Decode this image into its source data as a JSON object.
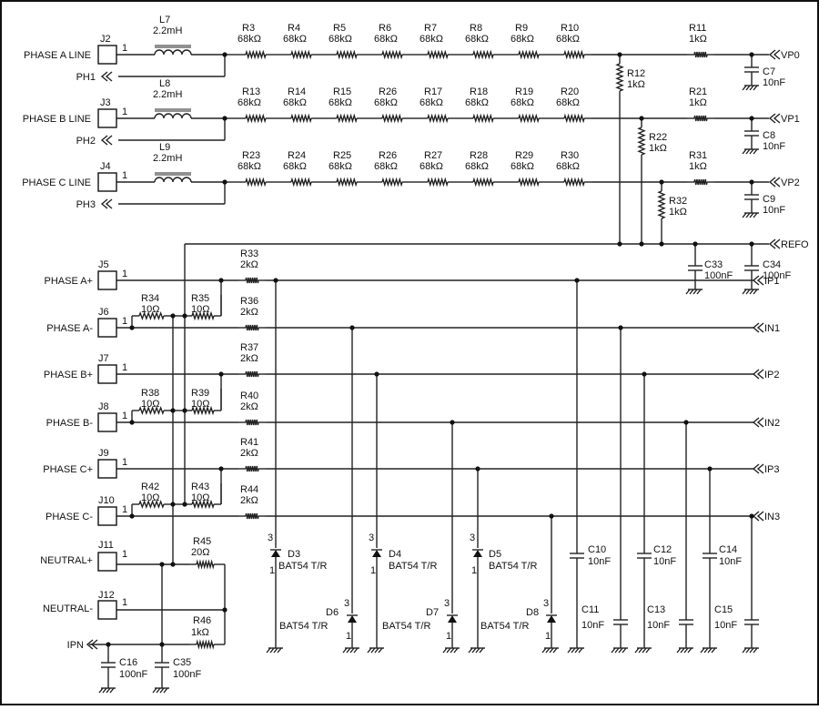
{
  "line_inputs": [
    {
      "label": "PHASE A LINE",
      "ref": "J2",
      "pin": "1",
      "out": "PH1",
      "ind": "L7",
      "ind_val": "2.2mH"
    },
    {
      "label": "PHASE B LINE",
      "ref": "J3",
      "pin": "1",
      "out": "PH2",
      "ind": "L8",
      "ind_val": "2.2mH"
    },
    {
      "label": "PHASE C LINE",
      "ref": "J4",
      "pin": "1",
      "out": "PH3",
      "ind": "L9",
      "ind_val": "2.2mH"
    }
  ],
  "dividers": [
    {
      "res": [
        "R3",
        "R4",
        "R5",
        "R6",
        "R7",
        "R8",
        "R9",
        "R10"
      ],
      "val": "68kΩ",
      "r_out": "R11",
      "r_out_val": "1kΩ",
      "r_sh": "R12",
      "r_sh_val": "1kΩ",
      "cap": "C7",
      "cap_val": "10nF",
      "net": "VP0"
    },
    {
      "res": [
        "R13",
        "R14",
        "R15",
        "R26",
        "R17",
        "R18",
        "R19",
        "R20"
      ],
      "val": "68kΩ",
      "r_out": "R21",
      "r_out_val": "1kΩ",
      "r_sh": "R22",
      "r_sh_val": "1kΩ",
      "cap": "C8",
      "cap_val": "10nF",
      "net": "VP1"
    },
    {
      "res": [
        "R23",
        "R24",
        "R25",
        "R26",
        "R27",
        "R28",
        "R29",
        "R30"
      ],
      "val": "68kΩ",
      "r_out": "R31",
      "r_out_val": "1kΩ",
      "r_sh": "R32",
      "r_sh_val": "1kΩ",
      "cap": "C9",
      "cap_val": "10nF",
      "net": "VP2"
    }
  ],
  "refo": {
    "net": "REFO",
    "c1": "C33",
    "c1_val": "100nF",
    "c2": "C34",
    "c2_val": "100nF"
  },
  "current_inputs": [
    {
      "label": "PHASE A+",
      "ref": "J5",
      "pin": "1",
      "r": "R33",
      "r_val": "2kΩ",
      "net": "IP1",
      "cap": "C10",
      "cap_val": "10nF"
    },
    {
      "label": "PHASE A-",
      "ref": "J6",
      "pin": "1",
      "r": "R36",
      "r_val": "2kΩ",
      "net": "IN1",
      "cap": "C11",
      "cap_val": "10nF"
    },
    {
      "label": "PHASE B+",
      "ref": "J7",
      "pin": "1",
      "r": "R37",
      "r_val": "2kΩ",
      "net": "IP2",
      "cap": "C12",
      "cap_val": "10nF"
    },
    {
      "label": "PHASE B-",
      "ref": "J8",
      "pin": "1",
      "r": "R40",
      "r_val": "2kΩ",
      "net": "IN2",
      "cap": "C13",
      "cap_val": "10nF"
    },
    {
      "label": "PHASE C+",
      "ref": "J9",
      "pin": "1",
      "r": "R41",
      "r_val": "2kΩ",
      "net": "IP3",
      "cap": "C14",
      "cap_val": "10nF"
    },
    {
      "label": "PHASE C-",
      "ref": "J10",
      "pin": "1",
      "r": "R44",
      "r_val": "2kΩ",
      "net": "IN3",
      "cap": "C15",
      "cap_val": "10nF"
    }
  ],
  "burden": [
    {
      "a": "R34",
      "a_val": "10Ω",
      "b": "R35",
      "b_val": "10Ω"
    },
    {
      "a": "R38",
      "a_val": "10Ω",
      "b": "R39",
      "b_val": "10Ω"
    },
    {
      "a": "R42",
      "a_val": "10Ω",
      "b": "R43",
      "b_val": "10Ω"
    }
  ],
  "diodes": [
    {
      "ref": "D3",
      "part": "BAT54 T/R",
      "p3": "3",
      "p1": "1"
    },
    {
      "ref": "D4",
      "part": "BAT54 T/R",
      "p3": "3",
      "p1": "1"
    },
    {
      "ref": "D5",
      "part": "BAT54 T/R",
      "p3": "3",
      "p1": "1"
    },
    {
      "ref": "D6",
      "part": "BAT54 T/R",
      "p3": "3",
      "p1": "1"
    },
    {
      "ref": "D7",
      "part": "BAT54 T/R",
      "p3": "3",
      "p1": "1"
    },
    {
      "ref": "D8",
      "part": "BAT54 T/R",
      "p3": "3",
      "p1": "1"
    }
  ],
  "neutral": {
    "plus_label": "NEUTRAL+",
    "plus_ref": "J11",
    "minus_label": "NEUTRAL-",
    "minus_ref": "J12",
    "pin": "1",
    "r45": "R45",
    "r45_val": "20Ω",
    "r46": "R46",
    "r46_val": "1kΩ",
    "net": "IPN",
    "c16": "C16",
    "c16_val": "100nF",
    "c35": "C35",
    "c35_val": "100nF"
  }
}
